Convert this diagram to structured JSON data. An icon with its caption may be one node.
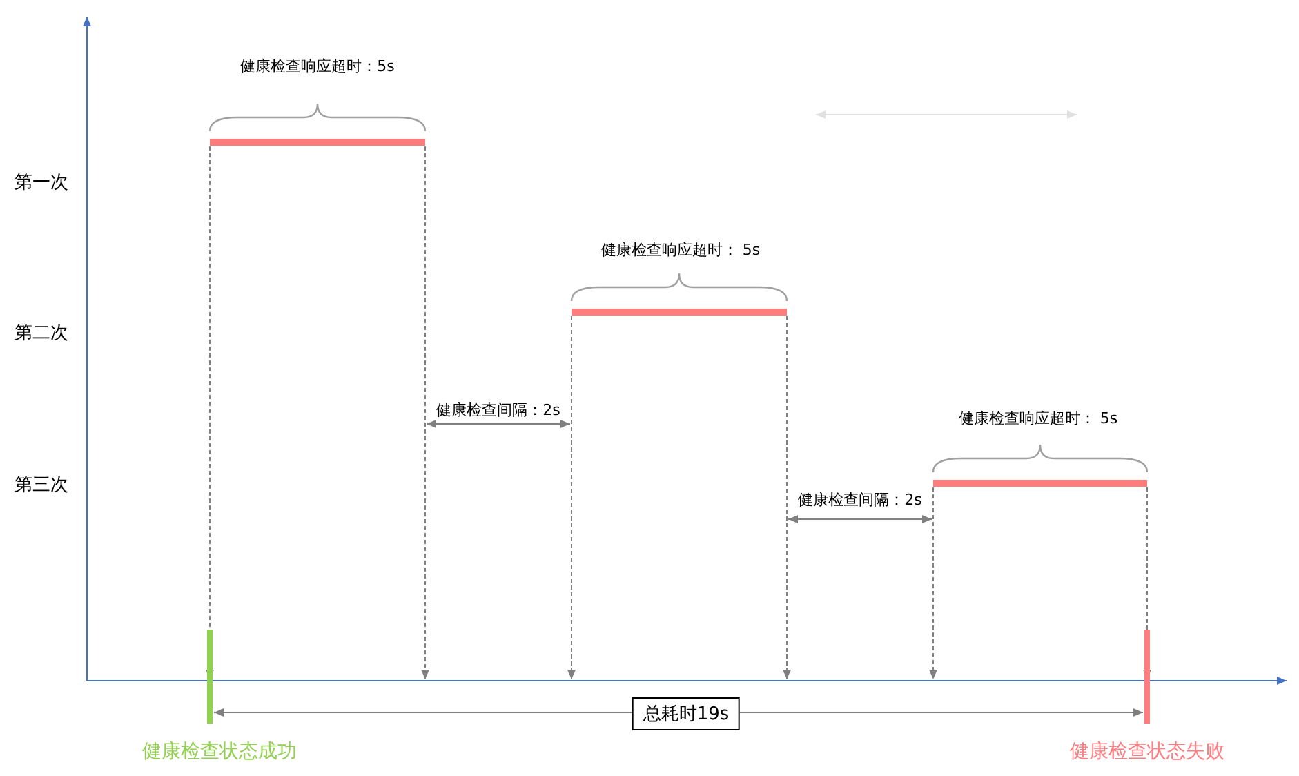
{
  "diagram": {
    "nodes": [
      {
        "text": [
          "总耗时19s"
        ]
      }
    ],
    "labels": [
      "健康检查响应超时：5s",
      "第一次",
      "健康检查响应超时： 5s",
      "第二次",
      "健康检查间隔：2s",
      "健康检查响应超时： 5s",
      "第三次",
      "健康检查间隔：2s",
      "健康检查状态成功",
      "健康检查状态失败"
    ]
  }
}
